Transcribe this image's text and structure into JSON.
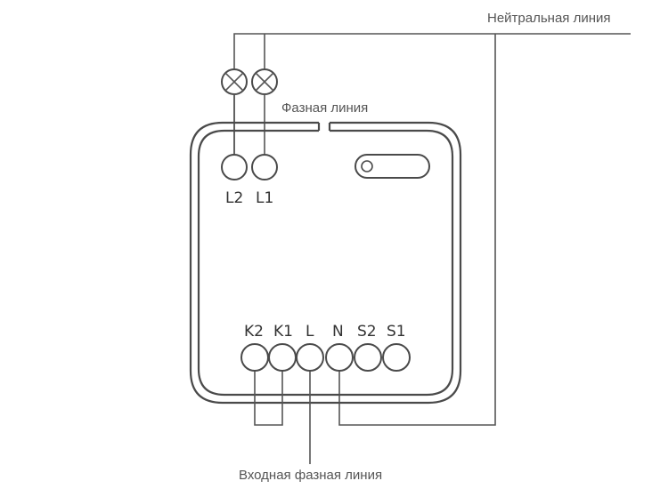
{
  "labels": {
    "neutral_line": "Нейтральная линия",
    "phase_line": "Фазная линия",
    "input_phase_line": "Входная фазная линия"
  },
  "top_terminals": [
    "L2",
    "L1"
  ],
  "bottom_terminals": [
    "K2",
    "K1",
    "L",
    "N",
    "S2",
    "S1"
  ],
  "lamps": 2,
  "colors": {
    "line": "#555555",
    "box": "#4a4a4a",
    "text": "#555555"
  }
}
